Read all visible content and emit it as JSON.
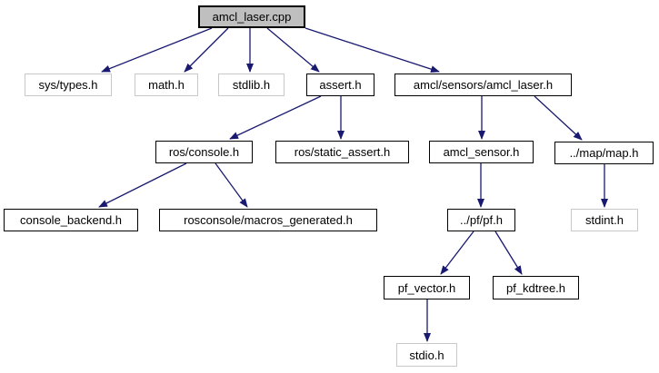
{
  "diagram": {
    "type": "include-dependency-graph",
    "colors": {
      "edge": "#191970",
      "node_fill": "#ffffff",
      "node_border": "#000000",
      "external_node_border": "#c9c9c9",
      "main_node_fill": "#bfbfbf",
      "text": "#000000",
      "background": "#ffffff"
    },
    "nodes": [
      {
        "id": "amcl_laser_cpp",
        "label": "amcl_laser.cpp",
        "kind": "main"
      },
      {
        "id": "sys_types_h",
        "label": "sys/types.h",
        "kind": "external"
      },
      {
        "id": "math_h",
        "label": "math.h",
        "kind": "external"
      },
      {
        "id": "stdlib_h",
        "label": "stdlib.h",
        "kind": "external"
      },
      {
        "id": "assert_h",
        "label": "assert.h",
        "kind": "linked"
      },
      {
        "id": "amcl_sensors_amcl_laser_h",
        "label": "amcl/sensors/amcl_laser.h",
        "kind": "linked"
      },
      {
        "id": "ros_console_h",
        "label": "ros/console.h",
        "kind": "linked"
      },
      {
        "id": "ros_static_assert_h",
        "label": "ros/static_assert.h",
        "kind": "linked"
      },
      {
        "id": "amcl_sensor_h",
        "label": "amcl_sensor.h",
        "kind": "linked"
      },
      {
        "id": "map_map_h",
        "label": "../map/map.h",
        "kind": "linked"
      },
      {
        "id": "console_backend_h",
        "label": "console_backend.h",
        "kind": "linked"
      },
      {
        "id": "rosconsole_macros_generated_h",
        "label": "rosconsole/macros_generated.h",
        "kind": "linked"
      },
      {
        "id": "pf_pf_h",
        "label": "../pf/pf.h",
        "kind": "linked"
      },
      {
        "id": "stdint_h",
        "label": "stdint.h",
        "kind": "external"
      },
      {
        "id": "pf_vector_h",
        "label": "pf_vector.h",
        "kind": "linked"
      },
      {
        "id": "pf_kdtree_h",
        "label": "pf_kdtree.h",
        "kind": "linked"
      },
      {
        "id": "stdio_h",
        "label": "stdio.h",
        "kind": "external"
      }
    ],
    "edges": [
      {
        "from": "amcl_laser_cpp",
        "to": "sys_types_h"
      },
      {
        "from": "amcl_laser_cpp",
        "to": "math_h"
      },
      {
        "from": "amcl_laser_cpp",
        "to": "stdlib_h"
      },
      {
        "from": "amcl_laser_cpp",
        "to": "assert_h"
      },
      {
        "from": "amcl_laser_cpp",
        "to": "amcl_sensors_amcl_laser_h"
      },
      {
        "from": "assert_h",
        "to": "ros_console_h"
      },
      {
        "from": "assert_h",
        "to": "ros_static_assert_h"
      },
      {
        "from": "ros_console_h",
        "to": "console_backend_h"
      },
      {
        "from": "ros_console_h",
        "to": "rosconsole_macros_generated_h"
      },
      {
        "from": "amcl_sensors_amcl_laser_h",
        "to": "amcl_sensor_h"
      },
      {
        "from": "amcl_sensors_amcl_laser_h",
        "to": "map_map_h"
      },
      {
        "from": "amcl_sensor_h",
        "to": "pf_pf_h"
      },
      {
        "from": "map_map_h",
        "to": "stdint_h"
      },
      {
        "from": "pf_pf_h",
        "to": "pf_vector_h"
      },
      {
        "from": "pf_pf_h",
        "to": "pf_kdtree_h"
      },
      {
        "from": "pf_vector_h",
        "to": "stdio_h"
      }
    ]
  }
}
